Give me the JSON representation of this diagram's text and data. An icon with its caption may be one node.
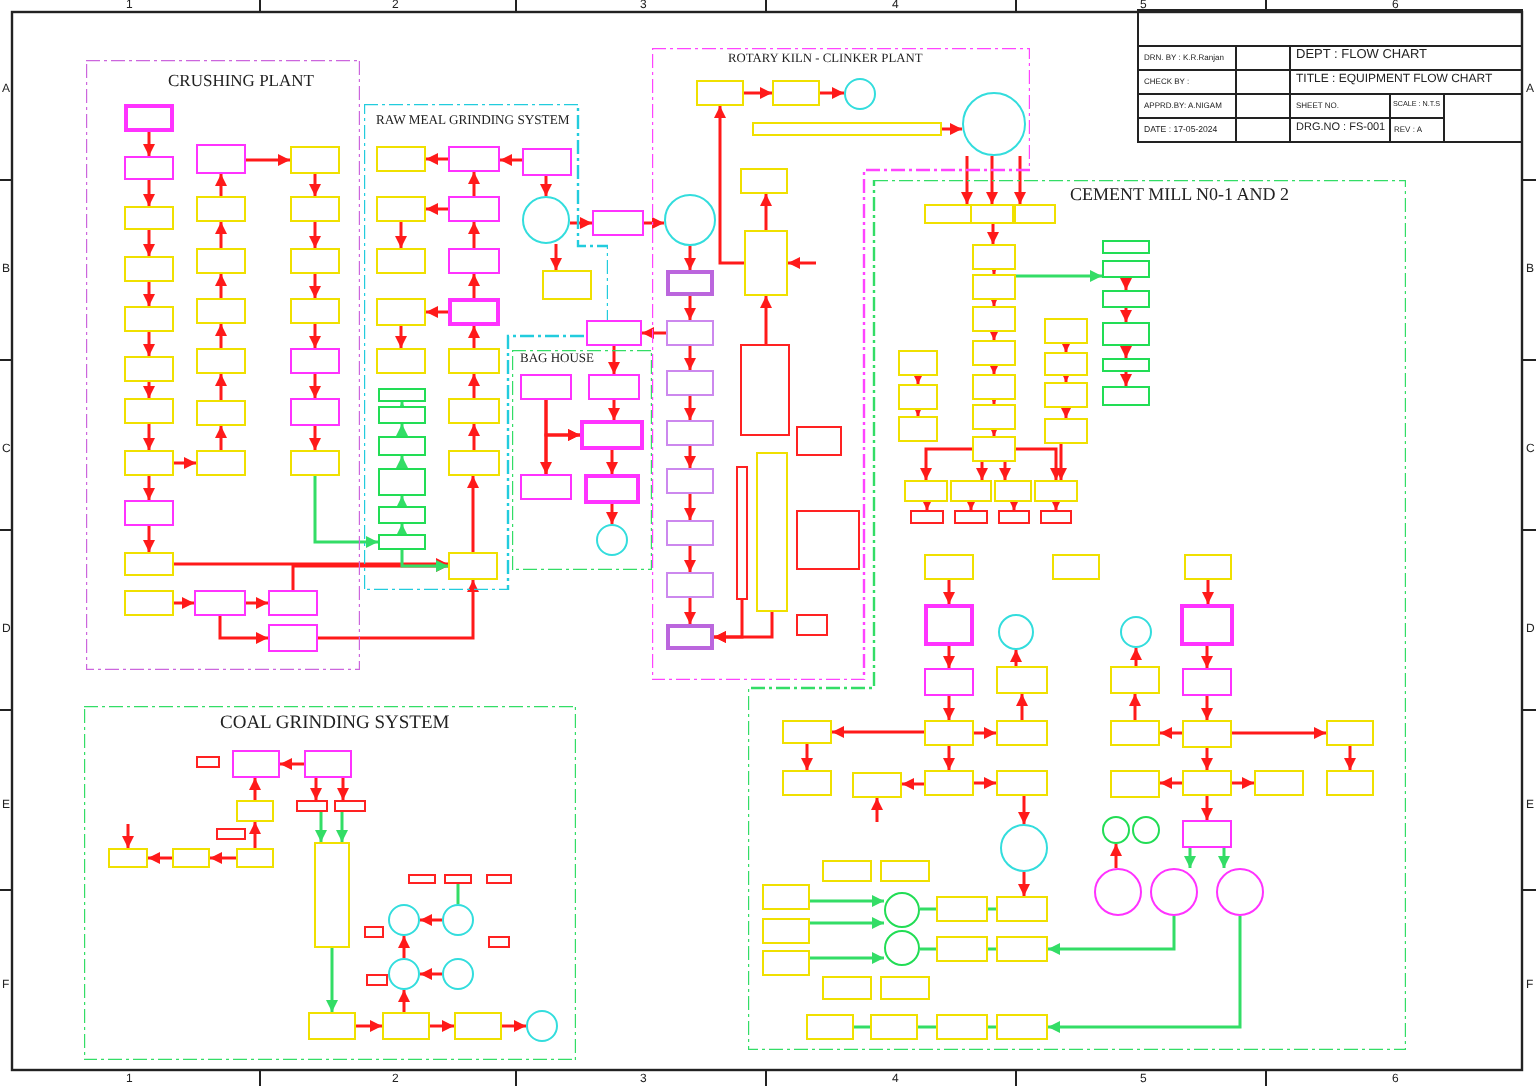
{
  "diagram": {
    "nodes": [
      {
        "text": [
          "CRUSHING PLANT"
        ]
      },
      {
        "text": [],
        "shape": "box",
        "in": 0
      },
      {
        "text": [],
        "shape": "box",
        "in": 0
      },
      {
        "text": [],
        "shape": "box",
        "in": 0
      },
      {
        "text": [],
        "shape": "box",
        "in": 0
      },
      {
        "text": [],
        "shape": "box",
        "in": 0
      },
      {
        "text": [],
        "shape": "box",
        "in": 0
      },
      {
        "text": [],
        "shape": "box",
        "in": 0
      },
      {
        "text": [],
        "shape": "box",
        "in": 0
      },
      {
        "text": [],
        "shape": "box",
        "in": 0
      },
      {
        "text": [],
        "shape": "box",
        "in": 0
      },
      {
        "text": [],
        "shape": "box",
        "in": 0
      },
      {
        "text": [],
        "shape": "box",
        "in": 0
      },
      {
        "text": [],
        "shape": "box",
        "in": 0
      },
      {
        "text": [],
        "shape": "box",
        "in": 0
      },
      {
        "text": [],
        "shape": "box",
        "in": 0
      },
      {
        "text": [],
        "shape": "box",
        "in": 0
      },
      {
        "text": [],
        "shape": "box",
        "in": 0
      },
      {
        "text": [],
        "shape": "box",
        "in": 0
      },
      {
        "text": [],
        "shape": "box",
        "in": 0
      },
      {
        "text": [],
        "shape": "box",
        "in": 0
      },
      {
        "text": [],
        "shape": "box",
        "in": 0
      },
      {
        "text": [],
        "shape": "box",
        "in": 0
      },
      {
        "text": [],
        "shape": "box",
        "in": 0
      },
      {
        "text": [],
        "shape": "box",
        "in": 0
      },
      {
        "text": [],
        "shape": "box",
        "in": 0
      },
      {
        "text": [],
        "shape": "box",
        "in": 0
      },
      {
        "text": [],
        "shape": "box",
        "in": 0
      },
      {
        "text": [],
        "shape": "box",
        "in": 0
      },
      {
        "text": [
          "RAW MEAL GRINDING SYSTEM"
        ]
      },
      {
        "text": [],
        "shape": "box",
        "in": 29
      },
      {
        "text": [],
        "shape": "box",
        "in": 29
      },
      {
        "text": [],
        "shape": "box",
        "in": 29
      },
      {
        "text": [],
        "shape": "box",
        "in": 29
      },
      {
        "text": [],
        "shape": "box",
        "in": 29
      },
      {
        "text": [],
        "shape": "box",
        "in": 29
      },
      {
        "text": [],
        "shape": "box",
        "in": 29
      },
      {
        "text": [],
        "shape": "box",
        "in": 29
      },
      {
        "text": [],
        "shape": "box",
        "in": 29
      },
      {
        "text": [],
        "shape": "box",
        "in": 29
      },
      {
        "text": [],
        "shape": "box",
        "in": 29
      },
      {
        "text": [],
        "shape": "box",
        "in": 29
      },
      {
        "text": [],
        "shape": "box",
        "in": 29
      },
      {
        "text": [],
        "shape": "box",
        "in": 29
      },
      {
        "text": [],
        "shape": "box",
        "in": 29
      },
      {
        "text": [],
        "shape": "box",
        "in": 29
      },
      {
        "text": [],
        "shape": "box",
        "in": 29
      },
      {
        "text": [],
        "shape": "box",
        "in": 29
      },
      {
        "text": [],
        "shape": "box",
        "in": 29
      },
      {
        "text": [],
        "shape": "box",
        "in": 29
      },
      {
        "text": [],
        "shape": "circle",
        "in": 29
      },
      {
        "text": [],
        "shape": "box",
        "in": 29
      },
      {
        "text": [],
        "shape": "box"
      },
      {
        "text": [],
        "shape": "box"
      },
      {
        "text": [
          "BAG HOUSE"
        ]
      },
      {
        "text": [],
        "shape": "box",
        "in": 54
      },
      {
        "text": [],
        "shape": "box",
        "in": 54
      },
      {
        "text": [],
        "shape": "box",
        "in": 54
      },
      {
        "text": [],
        "shape": "box",
        "in": 54
      },
      {
        "text": [],
        "shape": "box",
        "in": 54
      },
      {
        "text": [],
        "shape": "circle",
        "in": 54
      },
      {
        "text": [
          "ROTARY KILN - CLINKER PLANT"
        ]
      },
      {
        "text": [],
        "shape": "box",
        "in": 61
      },
      {
        "text": [],
        "shape": "box",
        "in": 61
      },
      {
        "text": [],
        "shape": "circle",
        "in": 61
      },
      {
        "text": [],
        "shape": "box",
        "in": 61
      },
      {
        "text": [],
        "shape": "circle",
        "in": 61
      },
      {
        "text": [],
        "shape": "box",
        "in": 61
      },
      {
        "text": [],
        "shape": "box",
        "in": 61
      },
      {
        "text": [],
        "shape": "box",
        "in": 61
      },
      {
        "text": [],
        "shape": "box",
        "in": 61
      },
      {
        "text": [],
        "shape": "box",
        "in": 61
      },
      {
        "text": [],
        "shape": "box",
        "in": 61
      },
      {
        "text": [],
        "shape": "box",
        "in": 61
      },
      {
        "text": [],
        "shape": "box",
        "in": 61
      },
      {
        "text": [],
        "shape": "circle",
        "in": 61
      },
      {
        "text": [],
        "shape": "box",
        "in": 61
      },
      {
        "text": [],
        "shape": "box",
        "in": 61
      },
      {
        "text": [],
        "shape": "box",
        "in": 61
      },
      {
        "text": [],
        "shape": "box",
        "in": 61
      },
      {
        "text": [],
        "shape": "box",
        "in": 61
      },
      {
        "text": [],
        "shape": "box",
        "in": 61
      },
      {
        "text": [],
        "shape": "box",
        "in": 61
      },
      {
        "text": [],
        "shape": "box",
        "in": 61
      },
      {
        "text": [
          "CEMENT MILL N0-1 AND 2"
        ]
      },
      {
        "text": [],
        "shape": "box",
        "in": 84
      },
      {
        "text": [],
        "shape": "box",
        "in": 84
      },
      {
        "text": [],
        "shape": "box",
        "in": 84
      },
      {
        "text": [],
        "shape": "box",
        "in": 84
      },
      {
        "text": [],
        "shape": "box",
        "in": 84
      },
      {
        "text": [],
        "shape": "box",
        "in": 84
      },
      {
        "text": [],
        "shape": "box",
        "in": 84
      },
      {
        "text": [],
        "shape": "box",
        "in": 84
      },
      {
        "text": [],
        "shape": "box",
        "in": 84
      },
      {
        "text": [],
        "shape": "box",
        "in": 84
      },
      {
        "text": [],
        "shape": "box",
        "in": 84
      },
      {
        "text": [],
        "shape": "box",
        "in": 84
      },
      {
        "text": [],
        "shape": "box",
        "in": 84
      },
      {
        "text": [],
        "shape": "box",
        "in": 84
      },
      {
        "text": [],
        "shape": "box",
        "in": 84
      },
      {
        "text": [],
        "shape": "box",
        "in": 84
      },
      {
        "text": [],
        "shape": "box",
        "in": 84
      },
      {
        "text": [],
        "shape": "box",
        "in": 84
      },
      {
        "text": [],
        "shape": "box",
        "in": 84
      },
      {
        "text": [],
        "shape": "box",
        "in": 84
      },
      {
        "text": [],
        "shape": "box",
        "in": 84
      },
      {
        "text": [],
        "shape": "box",
        "in": 84
      },
      {
        "text": [],
        "shape": "box",
        "in": 84
      },
      {
        "text": [],
        "shape": "box",
        "in": 84
      },
      {
        "text": [],
        "shape": "box",
        "in": 84
      },
      {
        "text": [],
        "shape": "box",
        "in": 84
      },
      {
        "text": [],
        "shape": "box",
        "in": 84
      },
      {
        "text": [],
        "shape": "box",
        "in": 84
      },
      {
        "text": [],
        "shape": "box",
        "in": 84
      },
      {
        "text": [],
        "shape": "box",
        "in": 84
      },
      {
        "text": [],
        "shape": "box",
        "in": 84
      },
      {
        "text": [],
        "shape": "box",
        "in": 84
      },
      {
        "text": [],
        "shape": "box",
        "in": 84
      },
      {
        "text": [],
        "shape": "circle",
        "in": 84
      },
      {
        "text": [],
        "shape": "box",
        "in": 84
      },
      {
        "text": [],
        "shape": "box",
        "in": 84
      },
      {
        "text": [],
        "shape": "box",
        "in": 84
      },
      {
        "text": [],
        "shape": "box",
        "in": 84
      },
      {
        "text": [],
        "shape": "box",
        "in": 84
      },
      {
        "text": [],
        "shape": "box",
        "in": 84
      },
      {
        "text": [],
        "shape": "box",
        "in": 84
      },
      {
        "text": [],
        "shape": "box",
        "in": 84
      },
      {
        "text": [],
        "shape": "box",
        "in": 84
      },
      {
        "text": [],
        "shape": "circle",
        "in": 84
      },
      {
        "text": [],
        "shape": "box",
        "in": 84
      },
      {
        "text": [],
        "shape": "box",
        "in": 84
      },
      {
        "text": [],
        "shape": "box",
        "in": 84
      },
      {
        "text": [],
        "shape": "circle",
        "in": 84
      },
      {
        "text": [],
        "shape": "box",
        "in": 84
      },
      {
        "text": [],
        "shape": "box",
        "in": 84
      },
      {
        "text": [],
        "shape": "box",
        "in": 84
      },
      {
        "text": [],
        "shape": "box",
        "in": 84
      },
      {
        "text": [],
        "shape": "box",
        "in": 84
      },
      {
        "text": [],
        "shape": "box",
        "in": 84
      },
      {
        "text": [],
        "shape": "box",
        "in": 84
      },
      {
        "text": [],
        "shape": "box",
        "in": 84
      },
      {
        "text": [],
        "shape": "box",
        "in": 84
      },
      {
        "text": [],
        "shape": "box",
        "in": 84
      },
      {
        "text": [],
        "shape": "circle",
        "in": 84
      },
      {
        "text": [],
        "shape": "circle",
        "in": 84
      },
      {
        "text": [],
        "shape": "circle",
        "in": 84
      },
      {
        "text": [],
        "shape": "circle",
        "in": 84
      },
      {
        "text": [],
        "shape": "circle",
        "in": 84
      },
      {
        "text": [],
        "shape": "box",
        "in": 84
      },
      {
        "text": [],
        "shape": "box",
        "in": 84
      },
      {
        "text": [],
        "shape": "box",
        "in": 84
      },
      {
        "text": [],
        "shape": "box",
        "in": 84
      },
      {
        "text": [],
        "shape": "box",
        "in": 84
      },
      {
        "text": [],
        "shape": "circle",
        "in": 84
      },
      {
        "text": [],
        "shape": "circle",
        "in": 84
      },
      {
        "text": [],
        "shape": "box",
        "in": 84
      },
      {
        "text": [],
        "shape": "box",
        "in": 84
      },
      {
        "text": [],
        "shape": "box",
        "in": 84
      },
      {
        "text": [],
        "shape": "box",
        "in": 84
      },
      {
        "text": [],
        "shape": "box",
        "in": 84
      },
      {
        "text": [],
        "shape": "box",
        "in": 84
      },
      {
        "text": [],
        "shape": "box",
        "in": 84
      },
      {
        "text": [],
        "shape": "box",
        "in": 84
      },
      {
        "text": [],
        "shape": "box",
        "in": 84
      },
      {
        "text": [],
        "shape": "box",
        "in": 84
      },
      {
        "text": [
          "COAL GRINDING SYSTEM"
        ]
      },
      {
        "text": [],
        "shape": "box",
        "in": 165
      },
      {
        "text": [],
        "shape": "box",
        "in": 165
      },
      {
        "text": [],
        "shape": "box",
        "in": 165
      },
      {
        "text": [],
        "shape": "box",
        "in": 165
      },
      {
        "text": [],
        "shape": "box",
        "in": 165
      },
      {
        "text": [],
        "shape": "box",
        "in": 165
      },
      {
        "text": [],
        "shape": "box",
        "in": 165
      },
      {
        "text": [],
        "shape": "box",
        "in": 165
      },
      {
        "text": [],
        "shape": "box",
        "in": 165
      },
      {
        "text": [],
        "shape": "box",
        "in": 165
      },
      {
        "text": [],
        "shape": "box",
        "in": 165
      },
      {
        "text": [],
        "shape": "box",
        "in": 165
      },
      {
        "text": [],
        "shape": "box",
        "in": 165
      },
      {
        "text": [],
        "shape": "box",
        "in": 165
      },
      {
        "text": [],
        "shape": "circle",
        "in": 165
      },
      {
        "text": [],
        "shape": "circle",
        "in": 165
      },
      {
        "text": [],
        "shape": "box",
        "in": 165
      },
      {
        "text": [],
        "shape": "circle",
        "in": 165
      },
      {
        "text": [],
        "shape": "circle",
        "in": 165
      },
      {
        "text": [],
        "shape": "box",
        "in": 165
      },
      {
        "text": [],
        "shape": "box",
        "in": 165
      },
      {
        "text": [],
        "shape": "box",
        "in": 165
      },
      {
        "text": [],
        "shape": "box",
        "in": 165
      },
      {
        "text": [],
        "shape": "box",
        "in": 165
      },
      {
        "text": [],
        "shape": "circle",
        "in": 165
      }
    ],
    "edges": [
      {
        "from": 1,
        "to": 2,
        "arrow": "to"
      },
      {
        "from": 2,
        "to": 3,
        "arrow": "to"
      },
      {
        "from": 3,
        "to": 4,
        "arrow": "to"
      },
      {
        "from": 4,
        "to": 5,
        "arrow": "to"
      },
      {
        "from": 5,
        "to": 6,
        "arrow": "to"
      },
      {
        "from": 6,
        "to": 7,
        "arrow": "to"
      },
      {
        "from": 7,
        "to": 8,
        "arrow": "to"
      },
      {
        "from": 8,
        "to": 9,
        "arrow": "to"
      },
      {
        "from": 9,
        "to": 10,
        "arrow": "to"
      },
      {
        "from": 8,
        "to": 18,
        "arrow": "to"
      },
      {
        "from": 18,
        "to": 17,
        "arrow": "to"
      },
      {
        "from": 17,
        "to": 16,
        "arrow": "to"
      },
      {
        "from": 16,
        "to": 15,
        "arrow": "to"
      },
      {
        "from": 15,
        "to": 14,
        "arrow": "to"
      },
      {
        "from": 14,
        "to": 13,
        "arrow": "to"
      },
      {
        "from": 13,
        "to": 12,
        "arrow": "to"
      },
      {
        "from": 12,
        "to": 19,
        "arrow": "to"
      },
      {
        "from": 19,
        "to": 20,
        "arrow": "to"
      },
      {
        "from": 20,
        "to": 21,
        "arrow": "to"
      },
      {
        "from": 21,
        "to": 22,
        "arrow": "to"
      },
      {
        "from": 22,
        "to": 23,
        "arrow": "to"
      },
      {
        "from": 23,
        "to": 24,
        "arrow": "to"
      },
      {
        "from": 24,
        "to": 25,
        "arrow": "to"
      },
      {
        "from": 25,
        "to": 47,
        "arrow": "to",
        "color": "#33dd66"
      },
      {
        "from": 10,
        "to": 48,
        "arrow": "to"
      },
      {
        "from": 11,
        "to": 26,
        "arrow": "to"
      },
      {
        "from": 26,
        "to": 27,
        "arrow": "to"
      },
      {
        "from": 26,
        "to": 28,
        "arrow": "to"
      },
      {
        "from": 27,
        "to": 48,
        "arrow": "to"
      },
      {
        "from": 28,
        "to": 48,
        "arrow": "to"
      },
      {
        "from": 49,
        "to": 31,
        "arrow": "to"
      },
      {
        "from": 31,
        "to": 30,
        "arrow": "to"
      },
      {
        "from": 41,
        "to": 40,
        "arrow": "to"
      },
      {
        "from": 40,
        "to": 39,
        "arrow": "to"
      },
      {
        "from": 39,
        "to": 37,
        "arrow": "to"
      },
      {
        "from": 37,
        "to": 35,
        "arrow": "to"
      },
      {
        "from": 35,
        "to": 33,
        "arrow": "to"
      },
      {
        "from": 33,
        "to": 31,
        "arrow": "to"
      },
      {
        "from": 48,
        "to": 41,
        "arrow": "to"
      },
      {
        "from": 33,
        "to": 32,
        "arrow": "to"
      },
      {
        "from": 32,
        "to": 34,
        "arrow": "to"
      },
      {
        "from": 37,
        "to": 36,
        "arrow": "to"
      },
      {
        "from": 36,
        "to": 38,
        "arrow": "to"
      },
      {
        "from": 47,
        "to": 46,
        "arrow": "to",
        "color": "#33dd66"
      },
      {
        "from": 46,
        "to": 45,
        "arrow": "to",
        "color": "#33dd66"
      },
      {
        "from": 45,
        "to": 44,
        "arrow": "to",
        "color": "#33dd66"
      },
      {
        "from": 44,
        "to": 43,
        "arrow": "to",
        "color": "#33dd66"
      },
      {
        "from": 43,
        "to": 42,
        "arrow": "to",
        "color": "#33dd66"
      },
      {
        "from": 47,
        "to": 48,
        "arrow": "to",
        "color": "#33dd66"
      },
      {
        "from": 49,
        "to": 50,
        "arrow": "to"
      },
      {
        "from": 50,
        "to": 51,
        "arrow": "to"
      },
      {
        "from": 50,
        "to": 52,
        "arrow": "to"
      },
      {
        "from": 52,
        "to": 75,
        "arrow": "to"
      },
      {
        "from": 75,
        "to": 76,
        "arrow": "to"
      },
      {
        "from": 76,
        "to": 77,
        "arrow": "to"
      },
      {
        "from": 77,
        "to": 78,
        "arrow": "to"
      },
      {
        "from": 78,
        "to": 79,
        "arrow": "to"
      },
      {
        "from": 79,
        "to": 80,
        "arrow": "to"
      },
      {
        "from": 80,
        "to": 81,
        "arrow": "to"
      },
      {
        "from": 81,
        "to": 82,
        "arrow": "to"
      },
      {
        "from": 82,
        "to": 83,
        "arrow": "to"
      },
      {
        "from": 77,
        "to": 53,
        "arrow": "to"
      },
      {
        "from": 53,
        "to": 56,
        "arrow": "to"
      },
      {
        "from": 72,
        "to": 83,
        "arrow": "to"
      },
      {
        "from": 71,
        "to": 83,
        "arrow": "to"
      },
      {
        "from": 68,
        "to": 67,
        "arrow": "to"
      },
      {
        "from": 68,
        "to": 62,
        "arrow": "to"
      },
      {
        "from": 62,
        "to": 63,
        "arrow": "to"
      },
      {
        "from": 63,
        "to": 64,
        "arrow": "to"
      },
      {
        "from": 65,
        "to": 66,
        "arrow": "to"
      },
      {
        "from": 69,
        "to": 68,
        "arrow": "to"
      },
      {
        "from": null,
        "to": 68,
        "arrow": "to"
      },
      {
        "from": 56,
        "to": 57,
        "arrow": "to"
      },
      {
        "from": 57,
        "to": 59,
        "arrow": "to"
      },
      {
        "from": 59,
        "to": 60,
        "arrow": "to"
      },
      {
        "from": 55,
        "to": 58,
        "arrow": "to"
      },
      {
        "from": 55,
        "to": 57,
        "arrow": "to"
      },
      {
        "from": 58,
        "to": 57,
        "arrow": "to"
      },
      {
        "from": 66,
        "to": 85,
        "arrow": "to"
      },
      {
        "from": 66,
        "to": 86,
        "arrow": "to"
      },
      {
        "from": 66,
        "to": 87,
        "arrow": "to"
      },
      {
        "from": 86,
        "to": 88,
        "arrow": "to"
      },
      {
        "from": 88,
        "to": 89,
        "arrow": "to"
      },
      {
        "from": 89,
        "to": 90,
        "arrow": "to"
      },
      {
        "from": 90,
        "to": 91,
        "arrow": "to"
      },
      {
        "from": 91,
        "to": 92,
        "arrow": "to"
      },
      {
        "from": 92,
        "to": 93,
        "arrow": "to"
      },
      {
        "from": 93,
        "to": 94,
        "arrow": "to"
      },
      {
        "from": 95,
        "to": 96,
        "arrow": "to"
      },
      {
        "from": 96,
        "to": 97,
        "arrow": "to"
      },
      {
        "from": 94,
        "to": 108,
        "arrow": "to"
      },
      {
        "from": 94,
        "to": 109,
        "arrow": "to"
      },
      {
        "from": 94,
        "to": 110,
        "arrow": "to"
      },
      {
        "from": 94,
        "to": 111,
        "arrow": "to"
      },
      {
        "from": 98,
        "to": 99,
        "arrow": "to"
      },
      {
        "from": 99,
        "to": 100,
        "arrow": "to"
      },
      {
        "from": 100,
        "to": 101,
        "arrow": "to"
      },
      {
        "from": 101,
        "to": 111,
        "arrow": "to"
      },
      {
        "from": 103,
        "to": 104,
        "arrow": "to"
      },
      {
        "from": 104,
        "to": 105,
        "arrow": "to"
      },
      {
        "from": 105,
        "to": 106,
        "arrow": "to"
      },
      {
        "from": 106,
        "to": 107,
        "arrow": "to"
      },
      {
        "from": 89,
        "to": 103,
        "arrow": "to",
        "color": "#33dd66"
      },
      {
        "from": 108,
        "to": 112,
        "arrow": "to"
      },
      {
        "from": 109,
        "to": 113,
        "arrow": "to"
      },
      {
        "from": 110,
        "to": 114,
        "arrow": "to"
      },
      {
        "from": 111,
        "to": 115,
        "arrow": "to"
      },
      {
        "from": 116,
        "to": 117,
        "arrow": "to"
      },
      {
        "from": 117,
        "to": 119,
        "arrow": "to"
      },
      {
        "from": 119,
        "to": 120,
        "arrow": "to"
      },
      {
        "from": 120,
        "to": 121,
        "arrow": "to"
      },
      {
        "from": 121,
        "to": 122,
        "arrow": "to"
      },
      {
        "from": 120,
        "to": 124,
        "arrow": "to"
      },
      {
        "from": 124,
        "to": 123,
        "arrow": "to"
      },
      {
        "from": 124,
        "to": 127,
        "arrow": "to"
      },
      {
        "from": 120,
        "to": 126,
        "arrow": "to"
      },
      {
        "from": 126,
        "to": 125,
        "arrow": "to"
      },
      {
        "from": 125,
        "to": 118,
        "arrow": "to"
      },
      {
        "from": 127,
        "to": 128,
        "arrow": "to"
      },
      {
        "from": 128,
        "to": 157,
        "arrow": "to"
      },
      {
        "from": null,
        "to": 123,
        "arrow": "to"
      },
      {
        "from": 130,
        "to": 131,
        "arrow": "to"
      },
      {
        "from": 131,
        "to": 135,
        "arrow": "to"
      },
      {
        "from": 135,
        "to": 136,
        "arrow": "to"
      },
      {
        "from": 136,
        "to": 134,
        "arrow": "to"
      },
      {
        "from": 136,
        "to": 137,
        "arrow": "to"
      },
      {
        "from": 137,
        "to": 138,
        "arrow": "to"
      },
      {
        "from": 136,
        "to": 139,
        "arrow": "to"
      },
      {
        "from": 139,
        "to": 140,
        "arrow": "to"
      },
      {
        "from": 139,
        "to": 141,
        "arrow": "to"
      },
      {
        "from": 139,
        "to": 142,
        "arrow": "to"
      },
      {
        "from": 134,
        "to": 133,
        "arrow": "to"
      },
      {
        "from": 133,
        "to": 132,
        "arrow": "to"
      },
      {
        "from": 142,
        "to": 146,
        "arrow": "to",
        "color": "#33dd66"
      },
      {
        "from": 142,
        "to": 147,
        "arrow": "to",
        "color": "#33dd66"
      },
      {
        "from": 145,
        "to": 143,
        "arrow": "to"
      },
      {
        "from": 146,
        "to": 158,
        "arrow": "to",
        "color": "#33dd66"
      },
      {
        "from": 147,
        "to": 164,
        "arrow": "to",
        "color": "#33dd66"
      },
      {
        "from": 150,
        "to": 153,
        "arrow": "to",
        "color": "#33dd66"
      },
      {
        "from": 151,
        "to": 153,
        "arrow": "to",
        "color": "#33dd66"
      },
      {
        "from": 152,
        "to": 154,
        "arrow": "to",
        "color": "#33dd66"
      },
      {
        "from": 153,
        "to": 155,
        "arrow": "none",
        "color": "#33dd66"
      },
      {
        "from": 154,
        "to": 156,
        "arrow": "none",
        "color": "#33dd66"
      },
      {
        "from": 155,
        "to": 157,
        "arrow": "none",
        "color": "#33dd66"
      },
      {
        "from": 156,
        "to": 158,
        "arrow": "none",
        "color": "#33dd66"
      },
      {
        "from": 161,
        "to": 162,
        "arrow": "none",
        "color": "#33dd66"
      },
      {
        "from": 162,
        "to": 163,
        "arrow": "none",
        "color": "#33dd66"
      },
      {
        "from": 163,
        "to": 164,
        "arrow": "none",
        "color": "#33dd66"
      },
      {
        "from": 168,
        "to": 167,
        "arrow": "to"
      },
      {
        "from": 169,
        "to": 167,
        "arrow": "to"
      },
      {
        "from": 175,
        "to": 169,
        "arrow": "to"
      },
      {
        "from": null,
        "to": 173,
        "arrow": "to"
      },
      {
        "from": 174,
        "to": 173,
        "arrow": "to"
      },
      {
        "from": 175,
        "to": 174,
        "arrow": "to"
      },
      {
        "from": 168,
        "to": 170,
        "arrow": "to"
      },
      {
        "from": 168,
        "to": 171,
        "arrow": "to"
      },
      {
        "from": 170,
        "to": 176,
        "arrow": "to",
        "color": "#33dd66"
      },
      {
        "from": 171,
        "to": 176,
        "arrow": "to",
        "color": "#33dd66"
      },
      {
        "from": 176,
        "to": 187,
        "arrow": "to",
        "color": "#33dd66"
      },
      {
        "from": 187,
        "to": 188,
        "arrow": "to"
      },
      {
        "from": 188,
        "to": 189,
        "arrow": "to"
      },
      {
        "from": 189,
        "to": 190,
        "arrow": "to"
      },
      {
        "from": 188,
        "to": 183,
        "arrow": "to"
      },
      {
        "from": 183,
        "to": 180,
        "arrow": "to"
      },
      {
        "from": 184,
        "to": 183,
        "arrow": "to"
      },
      {
        "from": 181,
        "to": 180,
        "arrow": "to"
      },
      {
        "from": 178,
        "to": 181,
        "arrow": "none",
        "color": "#33dd66"
      }
    ],
    "labels": [
      "1",
      "2",
      "3",
      "4",
      "5",
      "6",
      "DRN. BY : K.R.Ranjan",
      "DEPT : FLOW CHART",
      "CHECK BY :",
      "TITLE : EQUIPMENT FLOW CHART",
      "APPRD.BY: A.NIGAM",
      "SHEET NO.",
      "SCALE : N.T.S",
      "DATE : 17-05-2024",
      "DRG.NO : FS-001",
      "REV : A",
      "A",
      "B",
      "C",
      "D",
      "E",
      "F",
      "A",
      "B",
      "C",
      "D",
      "E",
      "F",
      "1",
      "2",
      "3",
      "4",
      "5",
      "6"
    ]
  }
}
